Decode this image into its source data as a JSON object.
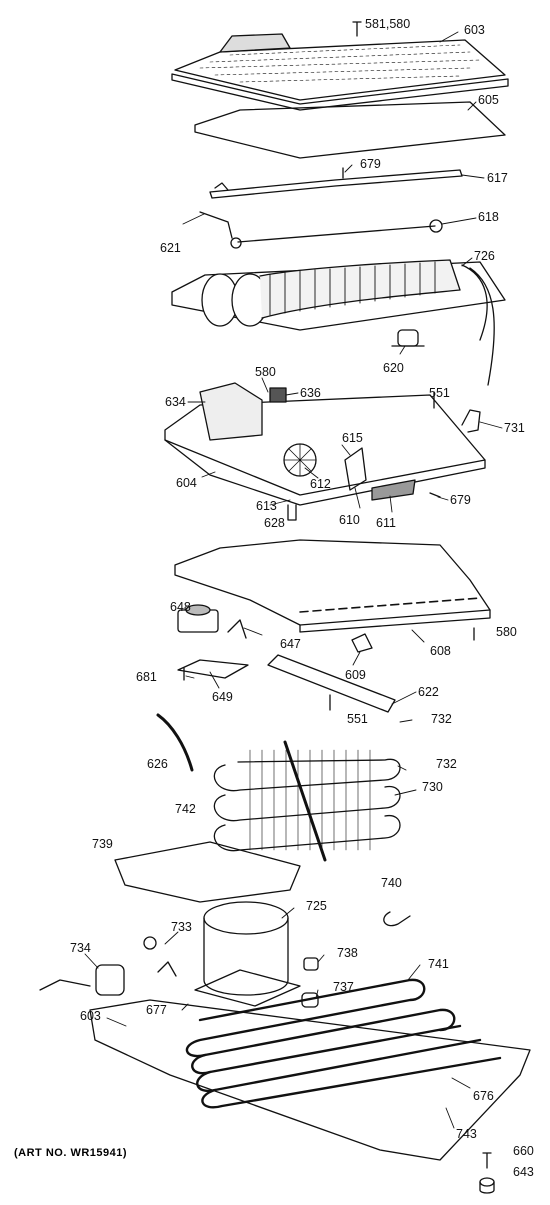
{
  "art_number": "(ART NO. WR15941)",
  "parts": {
    "p581_580": "581,580",
    "p603_top": "603",
    "p605": "605",
    "p679_top": "679",
    "p617": "617",
    "p618": "618",
    "p621": "621",
    "p726": "726",
    "p620": "620",
    "p580_a": "580",
    "p636": "636",
    "p634": "634",
    "p551_a": "551",
    "p731": "731",
    "p615": "615",
    "p604": "604",
    "p612": "612",
    "p613": "613",
    "p628": "628",
    "p610": "610",
    "p611": "611",
    "p679_b": "679",
    "p648": "648",
    "p608": "608",
    "p580_b": "580",
    "p647": "647",
    "p609": "609",
    "p681": "681",
    "p649": "649",
    "p622": "622",
    "p551_b": "551",
    "p732_a": "732",
    "p626": "626",
    "p732_b": "732",
    "p730": "730",
    "p742": "742",
    "p739": "739",
    "p740": "740",
    "p725": "725",
    "p733": "733",
    "p734": "734",
    "p738": "738",
    "p741": "741",
    "p737": "737",
    "p677": "677",
    "p603_b": "603",
    "p676": "676",
    "p743": "743",
    "p660": "660",
    "p643": "643"
  }
}
